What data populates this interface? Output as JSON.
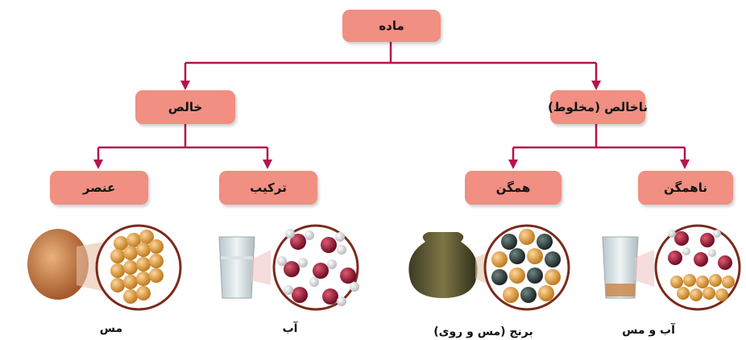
{
  "tree": {
    "root": "ماده",
    "impure": "ناخالص (مخلوط)",
    "pure": "خالص",
    "heterogeneous": "ناهمگن",
    "homogeneous": "همگن",
    "compound": "ترکیب",
    "element": "عنصر"
  },
  "examples": {
    "water_copper": "آب و مس",
    "brass": "برنج (مس و روی)",
    "water": "آب",
    "copper": "مس"
  },
  "colors": {
    "box_fill": "#f08f82",
    "arrow": "#b5154a",
    "copper": "#c98a4e",
    "water": "#dbe7ea",
    "atom_red": "#9b1b36",
    "atom_dark": "#2f3b3a"
  }
}
